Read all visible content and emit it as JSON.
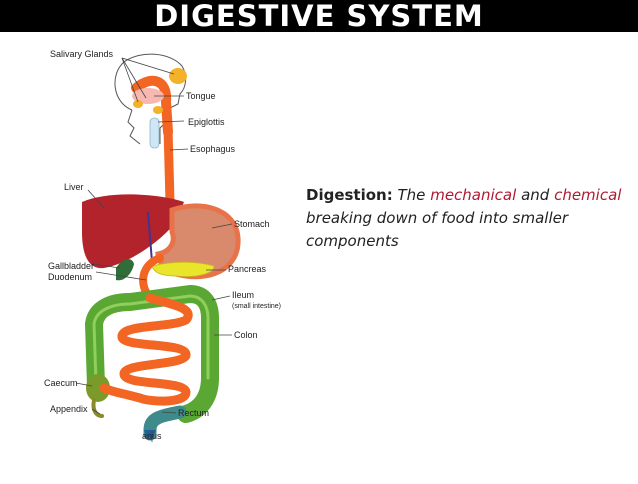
{
  "title": "DIGESTIVE SYSTEM",
  "labels": {
    "salivary_glands": "Salivary Glands",
    "tongue": "Tongue",
    "epiglottis": "Epiglottis",
    "esophagus": "Esophagus",
    "liver": "Liver",
    "stomach": "Stomach",
    "gallbladder": "Gallbladder",
    "duodenum": "Duodenum",
    "pancreas": "Pancreas",
    "ileum": "Ileum",
    "ileum_note": "(small intestine)",
    "colon": "Colon",
    "caecum": "Caecum",
    "appendix": "Appendix",
    "rectum": "Rectum",
    "anus": "anus"
  },
  "definition": {
    "term": "Digestion:",
    "part1": "The",
    "word_mechanical": "mechanical",
    "part2": "and",
    "word_chemical": "chemical",
    "part3": "breaking down of food into smaller components"
  },
  "colors": {
    "title_bg": "#000000",
    "title_text": "#ffffff",
    "accent_red": "#b01a32",
    "liver": "#b2232b",
    "stomach": "#e8734a",
    "intestine_orange": "#f26522",
    "colon_green": "#5aa833",
    "pancreas_yellow": "#e8e52a"
  }
}
